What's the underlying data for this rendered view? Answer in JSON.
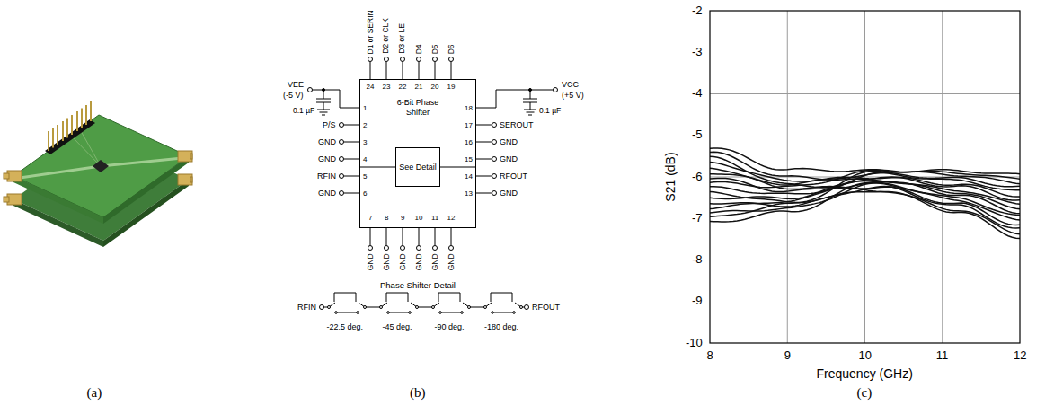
{
  "diagram": {
    "nodes": [
      {
        "text": [
          "6-Bit Phase Shifter"
        ]
      },
      {
        "text": [
          "See Detail"
        ],
        "in": 0
      }
    ],
    "labels": [
      "(a)",
      "(b)",
      "(c)",
      "VEE",
      "(-5 V)",
      "0.1 µF",
      "VCC",
      "(+5 V)",
      "0.1 µF",
      "D1 or SERIN",
      "D2 or CLK",
      "D3 or LE",
      "D4",
      "D5",
      "D6",
      "24",
      "23",
      "22",
      "21",
      "20",
      "19",
      "1",
      "2",
      "3",
      "4",
      "5",
      "6",
      "P/S",
      "GND",
      "GND",
      "RFIN",
      "GND",
      "7",
      "8",
      "9",
      "10",
      "11",
      "12",
      "GND",
      "GND",
      "GND",
      "GND",
      "GND",
      "GND",
      "18",
      "17",
      "16",
      "15",
      "14",
      "13",
      "SEROUT",
      "GND",
      "GND",
      "RFOUT",
      "GND",
      "Phase Shifter Detail",
      "RFIN",
      "RFOUT",
      "-22.5 deg.",
      "-45 deg.",
      "-90 deg.",
      "-180 deg.",
      "-2",
      "-3",
      "-4",
      "-5",
      "-6",
      "-7",
      "-8",
      "-9",
      "-10",
      "8",
      "9",
      "10",
      "11",
      "12",
      "S21 (dB)",
      "Frequency (GHz)"
    ]
  }
}
